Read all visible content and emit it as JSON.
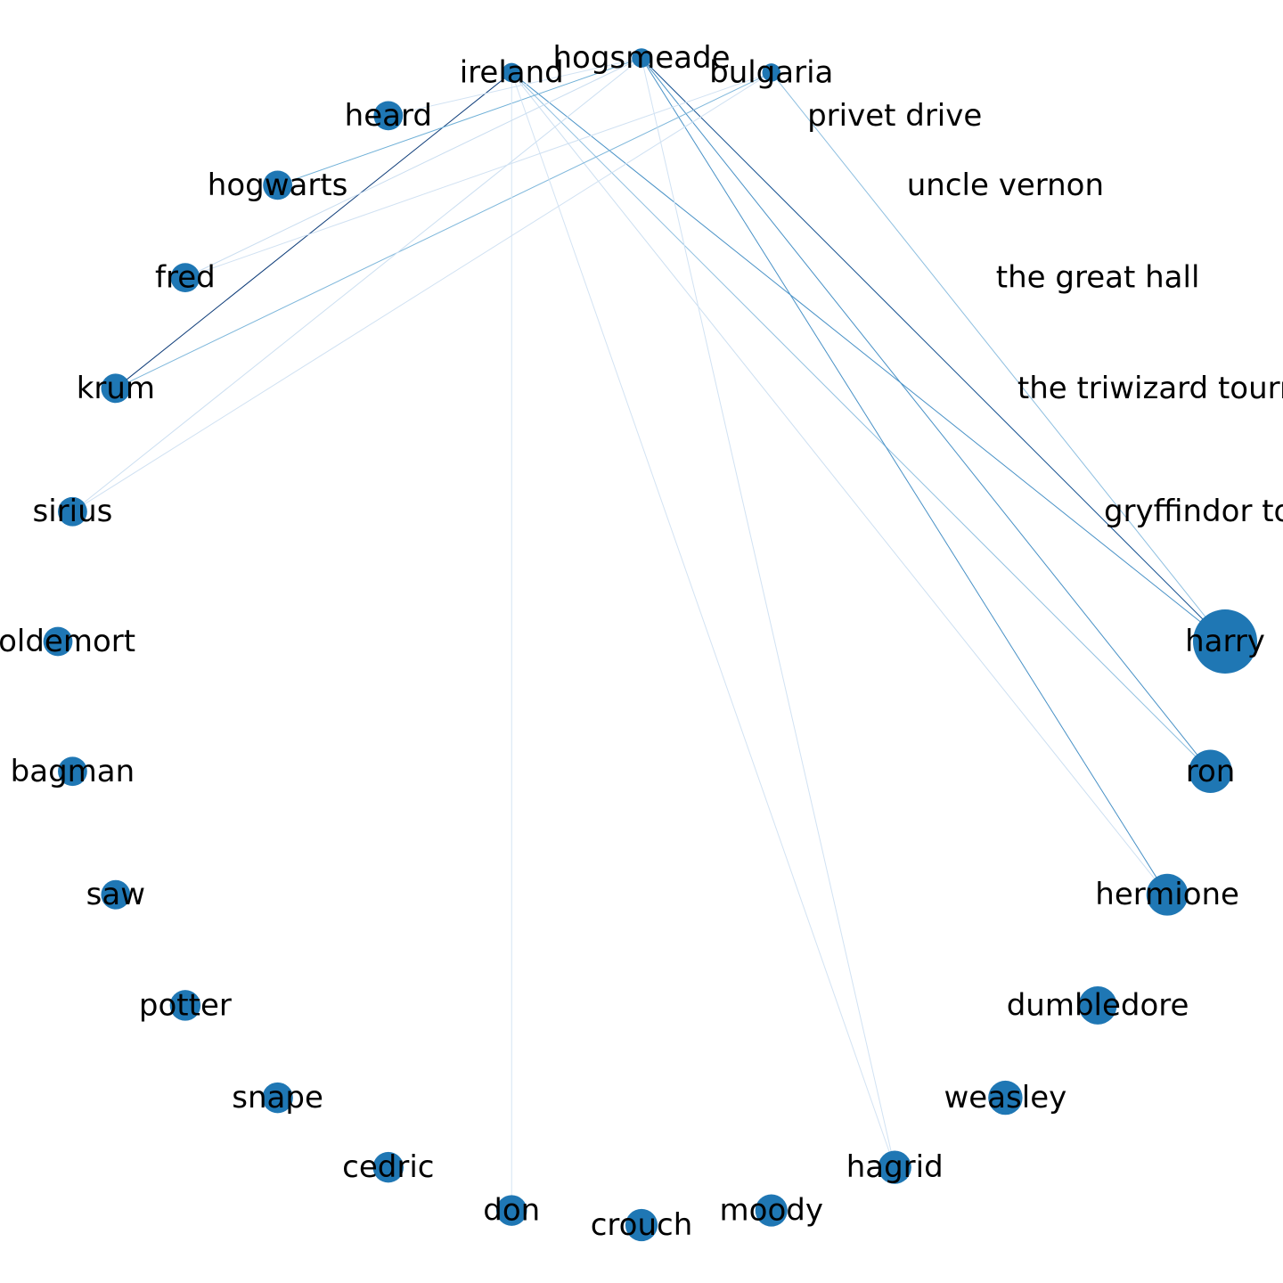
{
  "colors": {
    "node": "#1f77b4",
    "label": "#000000",
    "background": "#ffffff",
    "edge_colormap": [
      "#f7fbff",
      "#c6dbef",
      "#6baed6",
      "#2171b5",
      "#08306b"
    ]
  },
  "nodes": [
    {
      "id": "harry",
      "label": "harry",
      "weight": 1.0
    },
    {
      "id": "gryffindor",
      "label": "gryffindor tow",
      "weight": 0
    },
    {
      "id": "triwizard",
      "label": "the triwizard tourna",
      "weight": 0
    },
    {
      "id": "greathall",
      "label": "the great hall",
      "weight": 0
    },
    {
      "id": "vernon",
      "label": "uncle vernon",
      "weight": 0
    },
    {
      "id": "privet",
      "label": "privet drive",
      "weight": 0
    },
    {
      "id": "bulgaria",
      "label": "bulgaria",
      "weight": 0.08
    },
    {
      "id": "hogsmeade",
      "label": "hogsmeade",
      "weight": 0.1
    },
    {
      "id": "ireland",
      "label": "ireland",
      "weight": 0.1
    },
    {
      "id": "heard",
      "label": "heard",
      "weight": 0.3
    },
    {
      "id": "hogwarts",
      "label": "hogwarts",
      "weight": 0.3
    },
    {
      "id": "fred",
      "label": "fred",
      "weight": 0.3
    },
    {
      "id": "krum",
      "label": "krum",
      "weight": 0.3
    },
    {
      "id": "sirius",
      "label": "sirius",
      "weight": 0.3
    },
    {
      "id": "voldemort",
      "label": "voldemort",
      "weight": 0.3
    },
    {
      "id": "bagman",
      "label": "bagman",
      "weight": 0.3
    },
    {
      "id": "saw",
      "label": "saw",
      "weight": 0.3
    },
    {
      "id": "potter",
      "label": "potter",
      "weight": 0.33
    },
    {
      "id": "snape",
      "label": "snape",
      "weight": 0.33
    },
    {
      "id": "cedric",
      "label": "cedric",
      "weight": 0.33
    },
    {
      "id": "don",
      "label": "don",
      "weight": 0.33
    },
    {
      "id": "crouch",
      "label": "crouch",
      "weight": 0.36
    },
    {
      "id": "moody",
      "label": "moody",
      "weight": 0.36
    },
    {
      "id": "hagrid",
      "label": "hagrid",
      "weight": 0.38
    },
    {
      "id": "weasley",
      "label": "weasley",
      "weight": 0.4
    },
    {
      "id": "dumbledore",
      "label": "dumbledore",
      "weight": 0.48
    },
    {
      "id": "hermione",
      "label": "hermione",
      "weight": 0.55
    },
    {
      "id": "ron",
      "label": "ron",
      "weight": 0.58
    }
  ],
  "edges": [
    {
      "source": "harry",
      "target": "hogsmeade",
      "weight": 0.85
    },
    {
      "source": "harry",
      "target": "ireland",
      "weight": 0.55
    },
    {
      "source": "harry",
      "target": "bulgaria",
      "weight": 0.3
    },
    {
      "source": "ron",
      "target": "hogsmeade",
      "weight": 0.55
    },
    {
      "source": "ron",
      "target": "ireland",
      "weight": 0.3
    },
    {
      "source": "hermione",
      "target": "hogsmeade",
      "weight": 0.55
    },
    {
      "source": "hermione",
      "target": "ireland",
      "weight": 0.08
    },
    {
      "source": "krum",
      "target": "ireland",
      "weight": 0.95
    },
    {
      "source": "krum",
      "target": "bulgaria",
      "weight": 0.35
    },
    {
      "source": "hogwarts",
      "target": "hogsmeade",
      "weight": 0.4
    },
    {
      "source": "hagrid",
      "target": "hogsmeade",
      "weight": 0.05
    },
    {
      "source": "hagrid",
      "target": "ireland",
      "weight": 0.04
    },
    {
      "source": "don",
      "target": "ireland",
      "weight": 0.03
    },
    {
      "source": "sirius",
      "target": "hogsmeade",
      "weight": 0.08
    },
    {
      "source": "sirius",
      "target": "bulgaria",
      "weight": 0.06
    },
    {
      "source": "fred",
      "target": "hogsmeade",
      "weight": 0.1
    },
    {
      "source": "fred",
      "target": "bulgaria",
      "weight": 0.06
    },
    {
      "source": "heard",
      "target": "hogsmeade",
      "weight": 0.05
    }
  ]
}
